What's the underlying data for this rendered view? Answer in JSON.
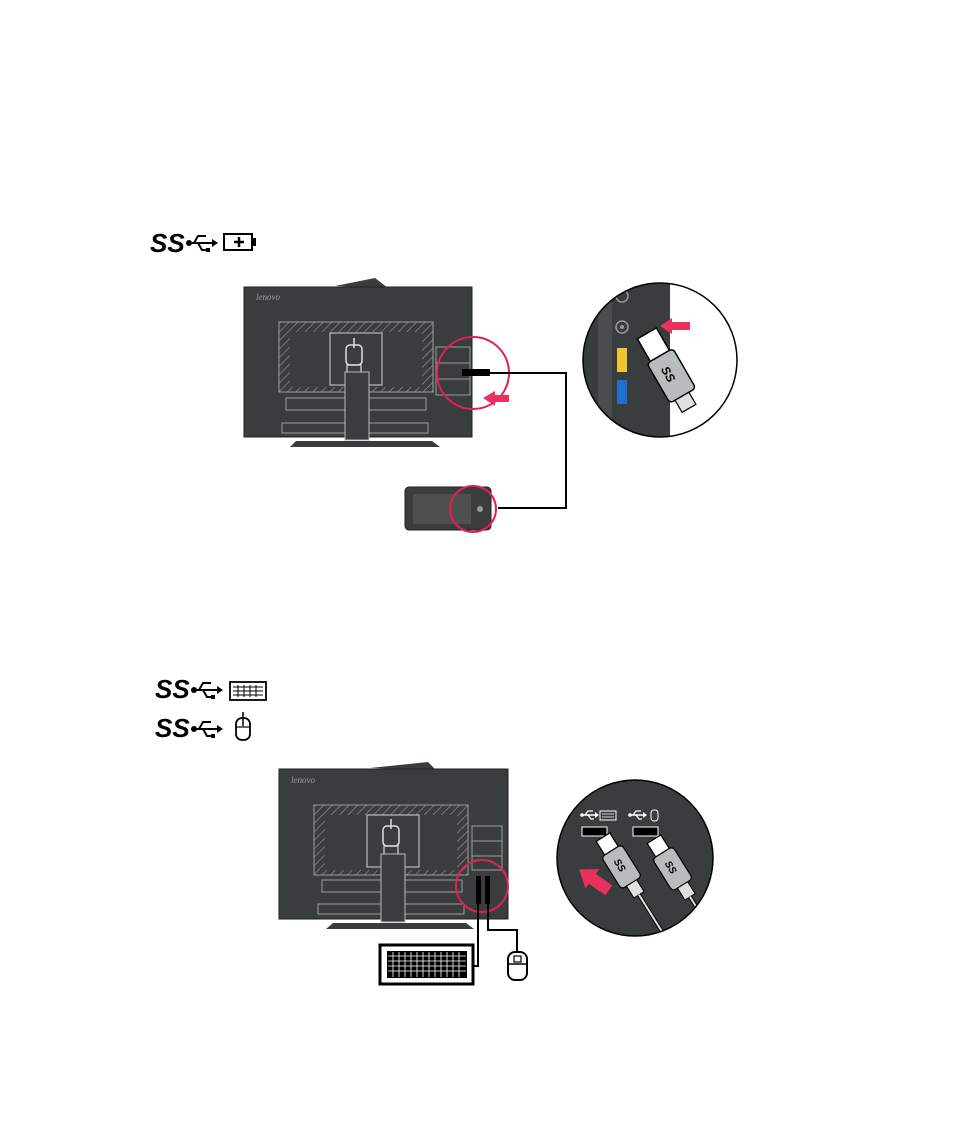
{
  "colors": {
    "background": "#ffffff",
    "monitor_body": "#3a3d3d",
    "line": "#000000",
    "accent_arrow": "#e8315f",
    "highlight_circle": "#e31f56",
    "usb_yellow": "#f4c430",
    "usb_blue": "#1e6fd0"
  },
  "icons": {
    "ss": "SS",
    "usb_trident": "usb-trident-icon",
    "battery_charge": "battery-charge-icon",
    "keyboard": "keyboard-icon",
    "mouse": "mouse-icon"
  },
  "section_charging": {
    "logo": "lenovo",
    "plug_label": "SS"
  },
  "section_keyboard_mouse": {
    "logo": "lenovo",
    "plug_label_1": "SS",
    "plug_label_2": "SS"
  }
}
